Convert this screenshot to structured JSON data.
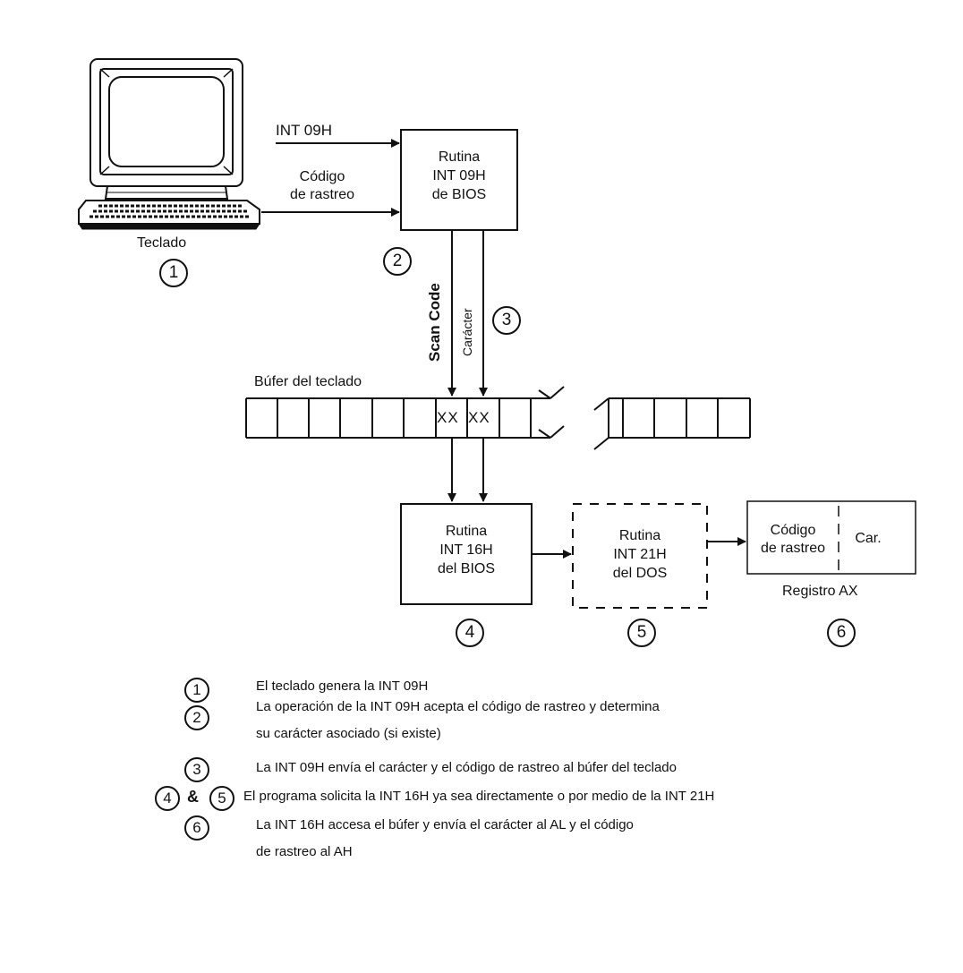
{
  "top": {
    "arrow_int": "INT 09H",
    "arrow_code_1": "Código",
    "arrow_code_2": "de rastreo",
    "keyboard_label": "Teclado",
    "keyboard_num": "1",
    "bios09": [
      "Rutina",
      "INT 09H",
      "de BIOS"
    ],
    "num2": "2",
    "scan_code": "Scan Code",
    "caracter": "Carácter",
    "num3": "3"
  },
  "buffer": {
    "label": "Búfer del teclado",
    "cell_a": "XX",
    "cell_b": "XX"
  },
  "bottom": {
    "bios16": [
      "Rutina",
      "INT 16H",
      "del BIOS"
    ],
    "dos21": [
      "Rutina",
      "INT 21H",
      "del DOS"
    ],
    "reg_left_1": "Código",
    "reg_left_2": "de rastreo",
    "reg_right": "Car.",
    "reg_label": "Registro AX",
    "num4": "4",
    "num5": "5",
    "num6": "6"
  },
  "legend": [
    {
      "nums": [
        "1"
      ],
      "lines": [
        "El teclado genera la INT 09H"
      ]
    },
    {
      "nums": [
        "2"
      ],
      "lines": [
        "La operación de la INT 09H acepta el código de rastreo y determina",
        "su carácter asociado (si existe)"
      ]
    },
    {
      "nums": [
        "3"
      ],
      "lines": [
        "La INT 09H envía el carácter y el código de rastreo al búfer del teclado"
      ]
    },
    {
      "nums": [
        "4",
        "5"
      ],
      "amp": "&",
      "lines": [
        "El programa solicita la INT 16H ya sea directamente o por medio de la  INT 21H"
      ]
    },
    {
      "nums": [
        "6"
      ],
      "lines": [
        "La INT 16H accesa el búfer y envía el carácter al AL y el código",
        "de rastreo al AH"
      ]
    }
  ]
}
